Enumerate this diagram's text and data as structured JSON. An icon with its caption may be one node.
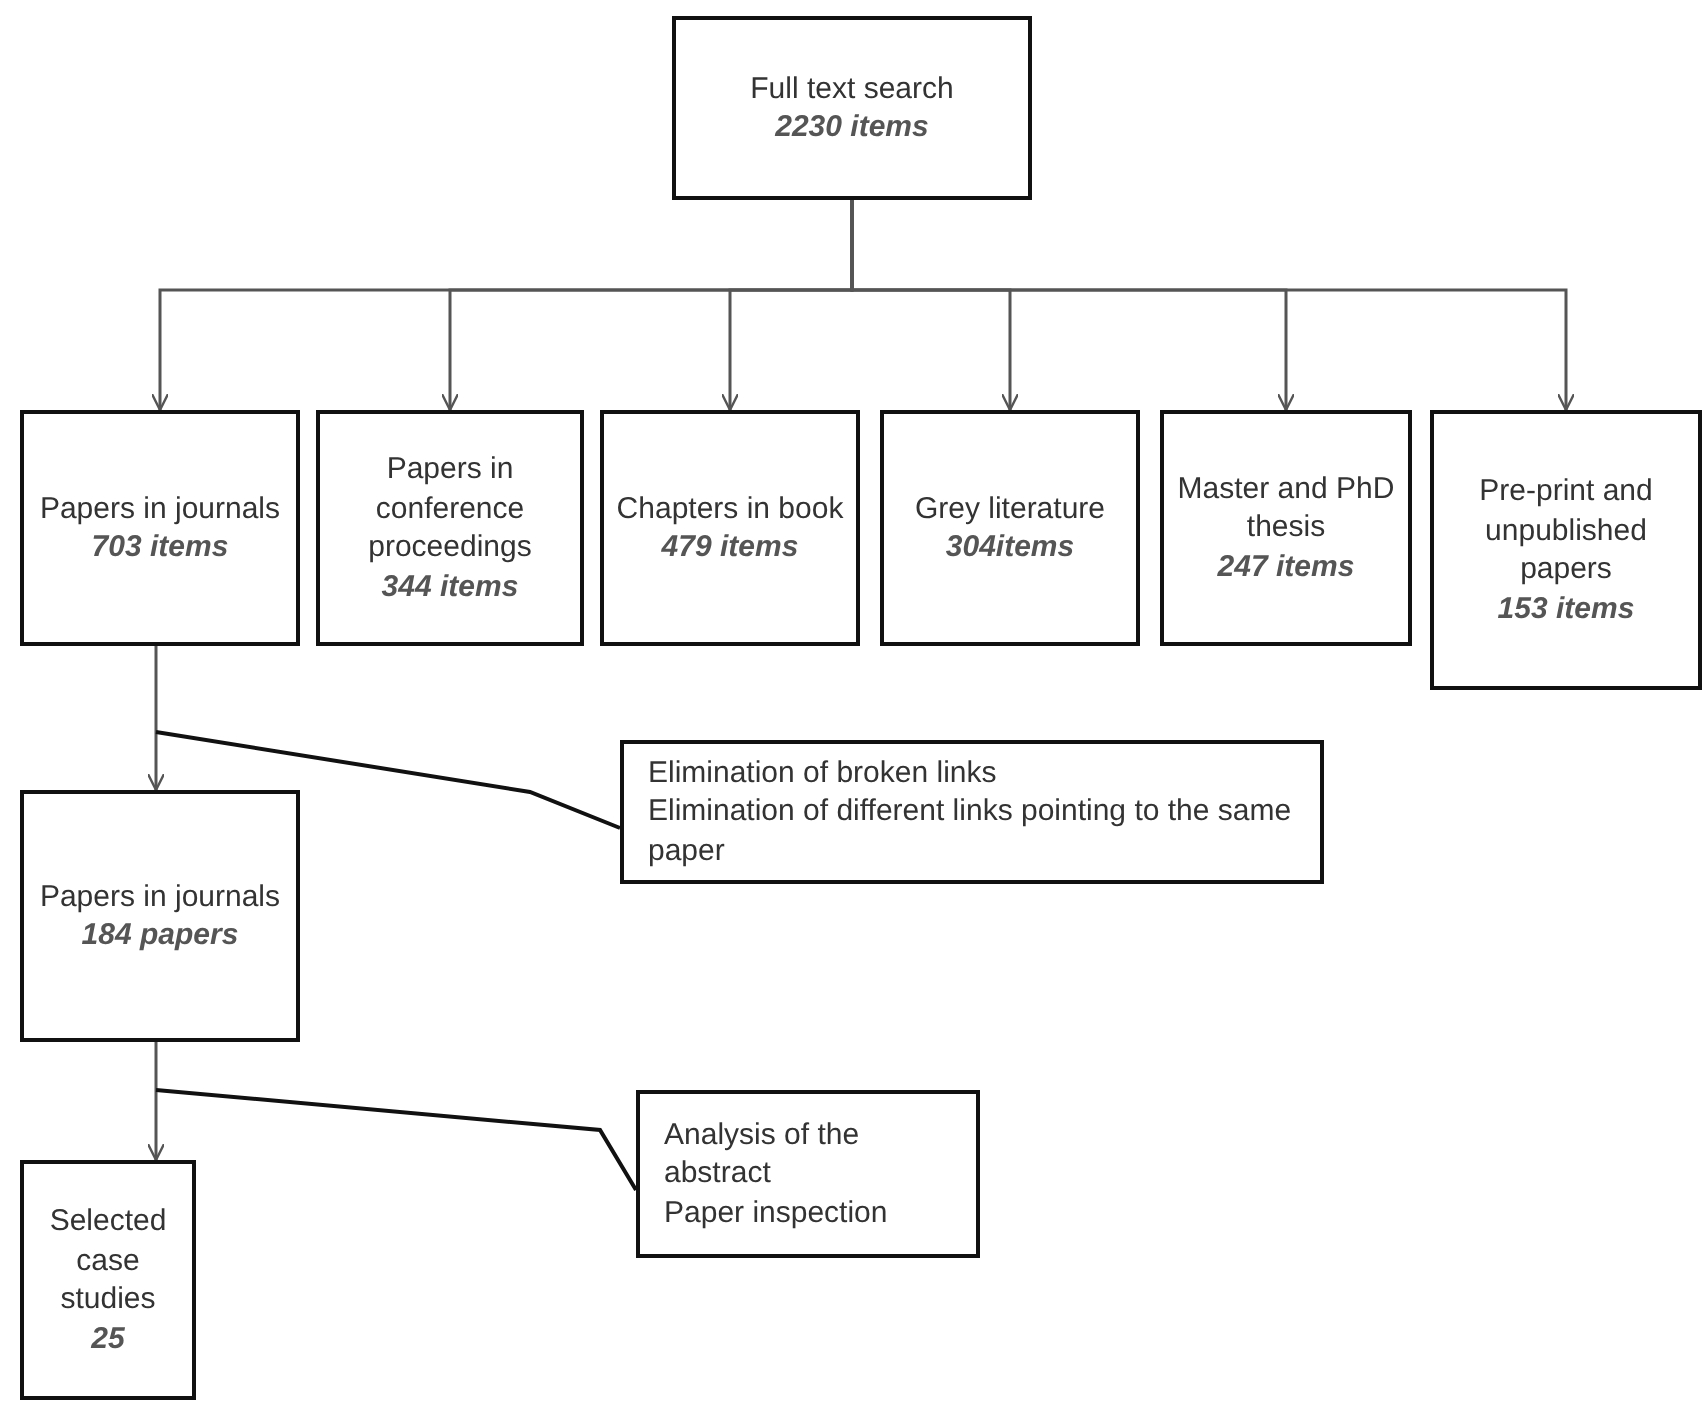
{
  "diagram": {
    "nodes": [
      {
        "text": [
          "Full text search",
          "2230 items"
        ]
      },
      {
        "text": [
          "Papers in journals",
          "703 items"
        ]
      },
      {
        "text": [
          "Papers in conference proceedings",
          "344 items"
        ]
      },
      {
        "text": [
          "Chapters in book",
          "479 items"
        ]
      },
      {
        "text": [
          "Grey literature",
          "304items"
        ]
      },
      {
        "text": [
          "Master and PhD thesis",
          "247 items"
        ]
      },
      {
        "text": [
          "Pre-print and unpublished papers",
          "153 items"
        ]
      },
      {
        "text": [
          "Papers in journals",
          "184 papers"
        ]
      },
      {
        "text": [
          "Selected case studies",
          "25"
        ]
      },
      {
        "text": [
          "Elimination of broken links",
          "Elimination of different links pointing to the same paper"
        ]
      },
      {
        "text": [
          "Analysis of the abstract",
          "Paper inspection"
        ]
      }
    ],
    "edges": [
      {
        "from": 0,
        "to": 1,
        "arrow": "to"
      },
      {
        "from": 0,
        "to": 2,
        "arrow": "to"
      },
      {
        "from": 0,
        "to": 3,
        "arrow": "to"
      },
      {
        "from": 0,
        "to": 4,
        "arrow": "to"
      },
      {
        "from": 0,
        "to": 5,
        "arrow": "to"
      },
      {
        "from": 0,
        "to": 6,
        "arrow": "to"
      },
      {
        "from": 1,
        "to": 7,
        "arrow": "to"
      },
      {
        "from": 7,
        "to": 8,
        "arrow": "to"
      },
      {
        "from": 9,
        "to": null,
        "arrow": "none"
      },
      {
        "from": 10,
        "to": null,
        "arrow": "none"
      }
    ]
  }
}
